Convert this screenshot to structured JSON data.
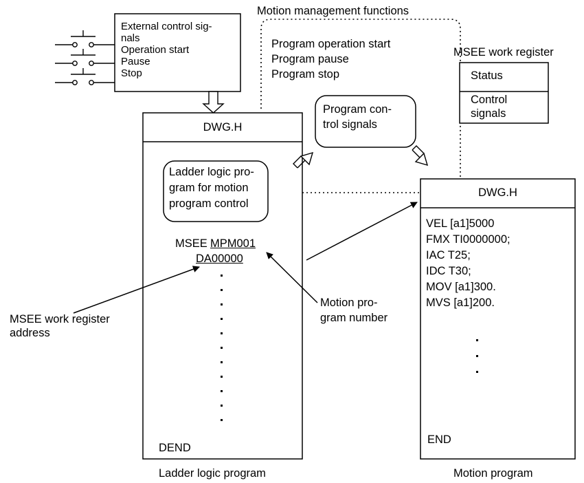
{
  "header": {
    "motion_functions": "Motion management functions"
  },
  "external_box": {
    "line1": "External control sig-",
    "line2": "nals",
    "line3": "Operation start",
    "line4": "Pause",
    "line5": "Stop"
  },
  "motion_commands": {
    "line1": "Program operation start",
    "line2": "Program pause",
    "line3": "Program stop"
  },
  "work_register": {
    "title": "MSEE work register",
    "status": "Status",
    "control_line1": "Control",
    "control_line2": "signals"
  },
  "program_control": {
    "line1": "Program con-",
    "line2": "trol signals"
  },
  "ladder": {
    "header": "DWG.H",
    "note_line1": "Ladder logic pro-",
    "note_line2": "gram for motion",
    "note_line3": "program control",
    "msee": "MSEE",
    "mpm": "MPM001",
    "da": "DA00000",
    "end": "DEND",
    "caption": "Ladder logic program"
  },
  "motion": {
    "header": "DWG.H",
    "code": [
      "VEL [a1]5000",
      "FMX TI0000000;",
      "IAC T25;",
      "IDC T30;",
      "MOV [a1]300.",
      "MVS [a1]200."
    ],
    "end": "END",
    "caption": "Motion program"
  },
  "annotations": {
    "address_line1": "MSEE work register",
    "address_line2": "address",
    "number_line1": "Motion pro-",
    "number_line2": "gram number"
  }
}
